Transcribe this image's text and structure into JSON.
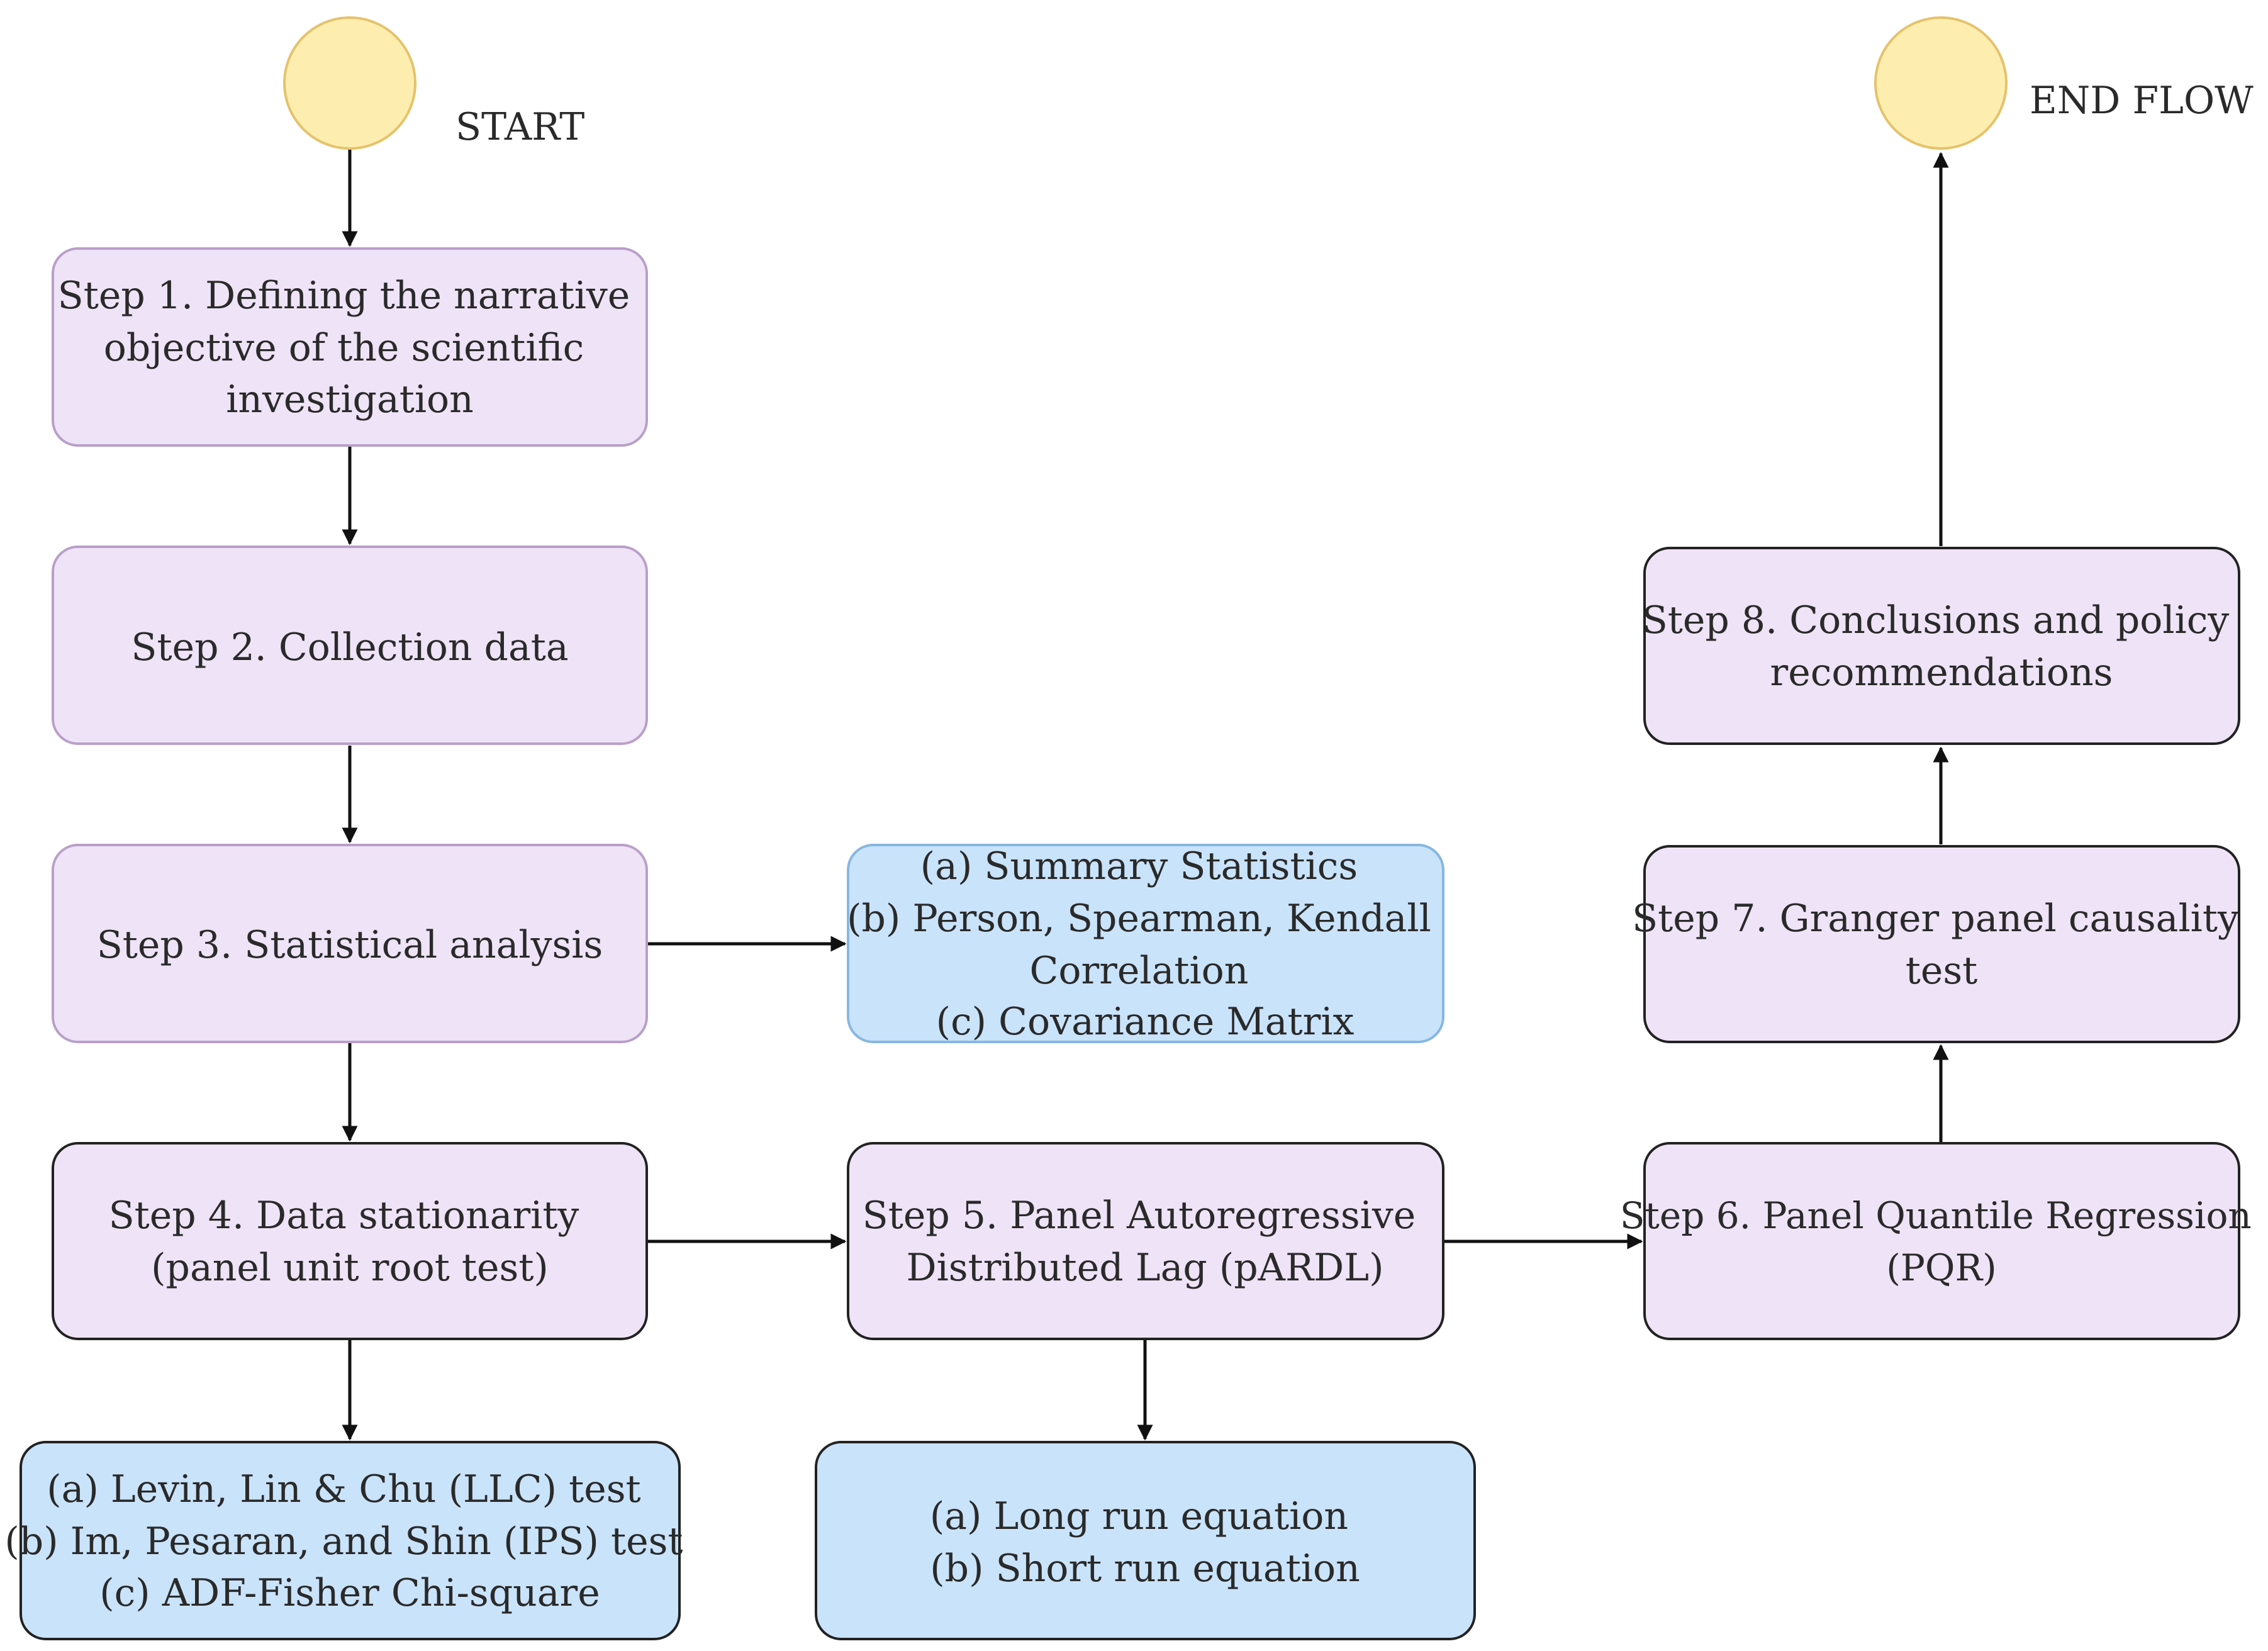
{
  "colors": {
    "terminal_fill": "#fdeeb0",
    "terminal_stroke": "#e6c26a",
    "step_fill": "#efe3f7",
    "step_stroke_light": "#b99fc9",
    "step_stroke_dark": "#222222",
    "detail_fill": "#c9e3fb",
    "detail_stroke_light": "#86b7e0",
    "detail_stroke_dark": "#222222",
    "edge": "#111111"
  },
  "diagram": {
    "start": {
      "label": "START"
    },
    "end": {
      "label": "END FLOW"
    },
    "steps": [
      {
        "id": "step1",
        "lines": [
          "Step 1. Defining the narrative",
          "objective of the scientific",
          "investigation"
        ]
      },
      {
        "id": "step2",
        "lines": [
          "Step 2. Collection data"
        ]
      },
      {
        "id": "step3",
        "lines": [
          "Step 3. Statistical analysis"
        ]
      },
      {
        "id": "step4",
        "lines": [
          "Step 4. Data stationarity",
          "(panel unit root test)"
        ]
      },
      {
        "id": "step5",
        "lines": [
          "Step 5. Panel Autoregressive",
          "Distributed Lag (pARDL)"
        ]
      },
      {
        "id": "step6",
        "lines": [
          "Step 6. Panel Quantile Regression",
          "(PQR)"
        ]
      },
      {
        "id": "step7",
        "lines": [
          "Step 7. Granger panel causality",
          "test"
        ]
      },
      {
        "id": "step8",
        "lines": [
          "Step 8. Conclusions and policy",
          "recommendations"
        ]
      }
    ],
    "details": [
      {
        "id": "stats",
        "lines": [
          "(a) Summary Statistics",
          "(b) Person, Spearman, Kendall",
          "Correlation",
          "(c) Covariance Matrix"
        ]
      },
      {
        "id": "unitroot",
        "lines": [
          "(a) Levin, Lin & Chu (LLC) test",
          "(b) Im, Pesaran, and Shin (IPS) test",
          "(c) ADF-Fisher Chi-square"
        ]
      },
      {
        "id": "equations",
        "lines": [
          "(a) Long run equation",
          "(b) Short run equation"
        ]
      }
    ],
    "edges": [
      {
        "from": "start",
        "to": "step1"
      },
      {
        "from": "step1",
        "to": "step2"
      },
      {
        "from": "step2",
        "to": "step3"
      },
      {
        "from": "step3",
        "to": "step4"
      },
      {
        "from": "step3",
        "to": "stats"
      },
      {
        "from": "step4",
        "to": "unitroot"
      },
      {
        "from": "step4",
        "to": "step5"
      },
      {
        "from": "step5",
        "to": "equations"
      },
      {
        "from": "step5",
        "to": "step6"
      },
      {
        "from": "step6",
        "to": "step7"
      },
      {
        "from": "step7",
        "to": "step8"
      },
      {
        "from": "step8",
        "to": "end"
      }
    ]
  }
}
